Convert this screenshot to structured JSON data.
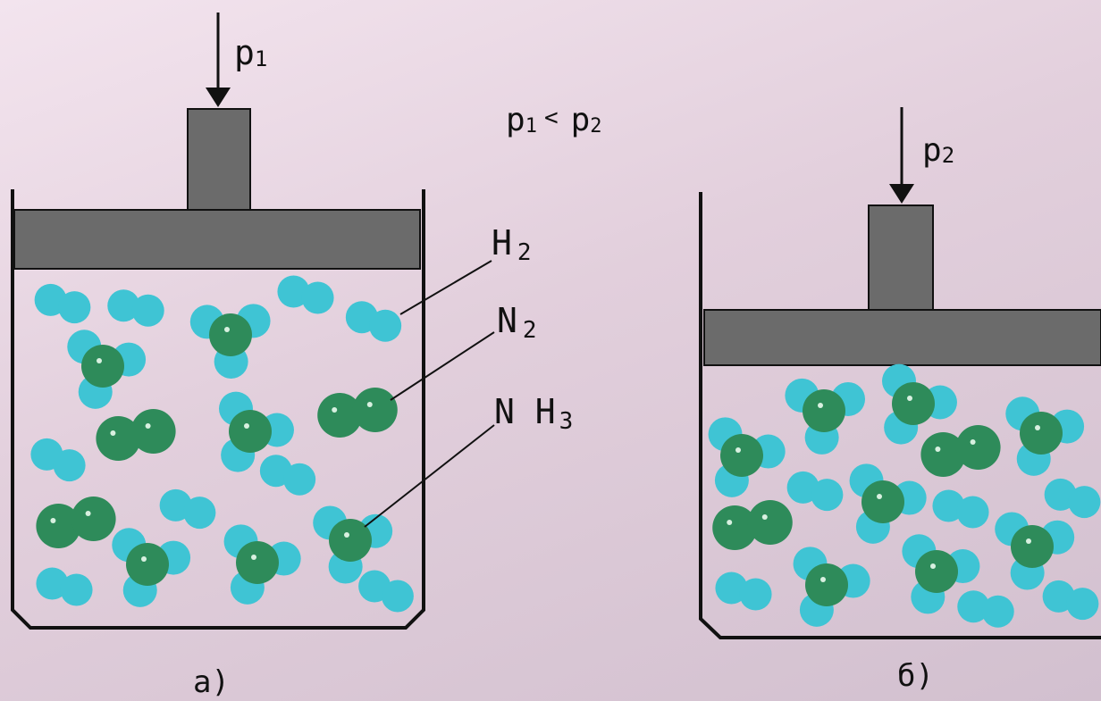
{
  "diagram": {
    "left_pressure": {
      "symbol": "p",
      "sub": "1"
    },
    "right_pressure": {
      "symbol": "p",
      "sub": "2"
    },
    "relation": {
      "a": "p",
      "a_sub": "1",
      "op": "<",
      "b": "p",
      "b_sub": "2"
    },
    "labels": {
      "h2": {
        "base": "H",
        "sub": "2"
      },
      "n2": {
        "base": "N",
        "sub": "2"
      },
      "nh3": {
        "base": "N H",
        "sub": "3"
      }
    },
    "caption_left": "а)",
    "caption_right": "б)"
  },
  "colors": {
    "hydrogen": "#3fc4d4",
    "nitrogen": "#2e8b5a",
    "piston": "#6b6b6b",
    "outline": "#111111"
  }
}
